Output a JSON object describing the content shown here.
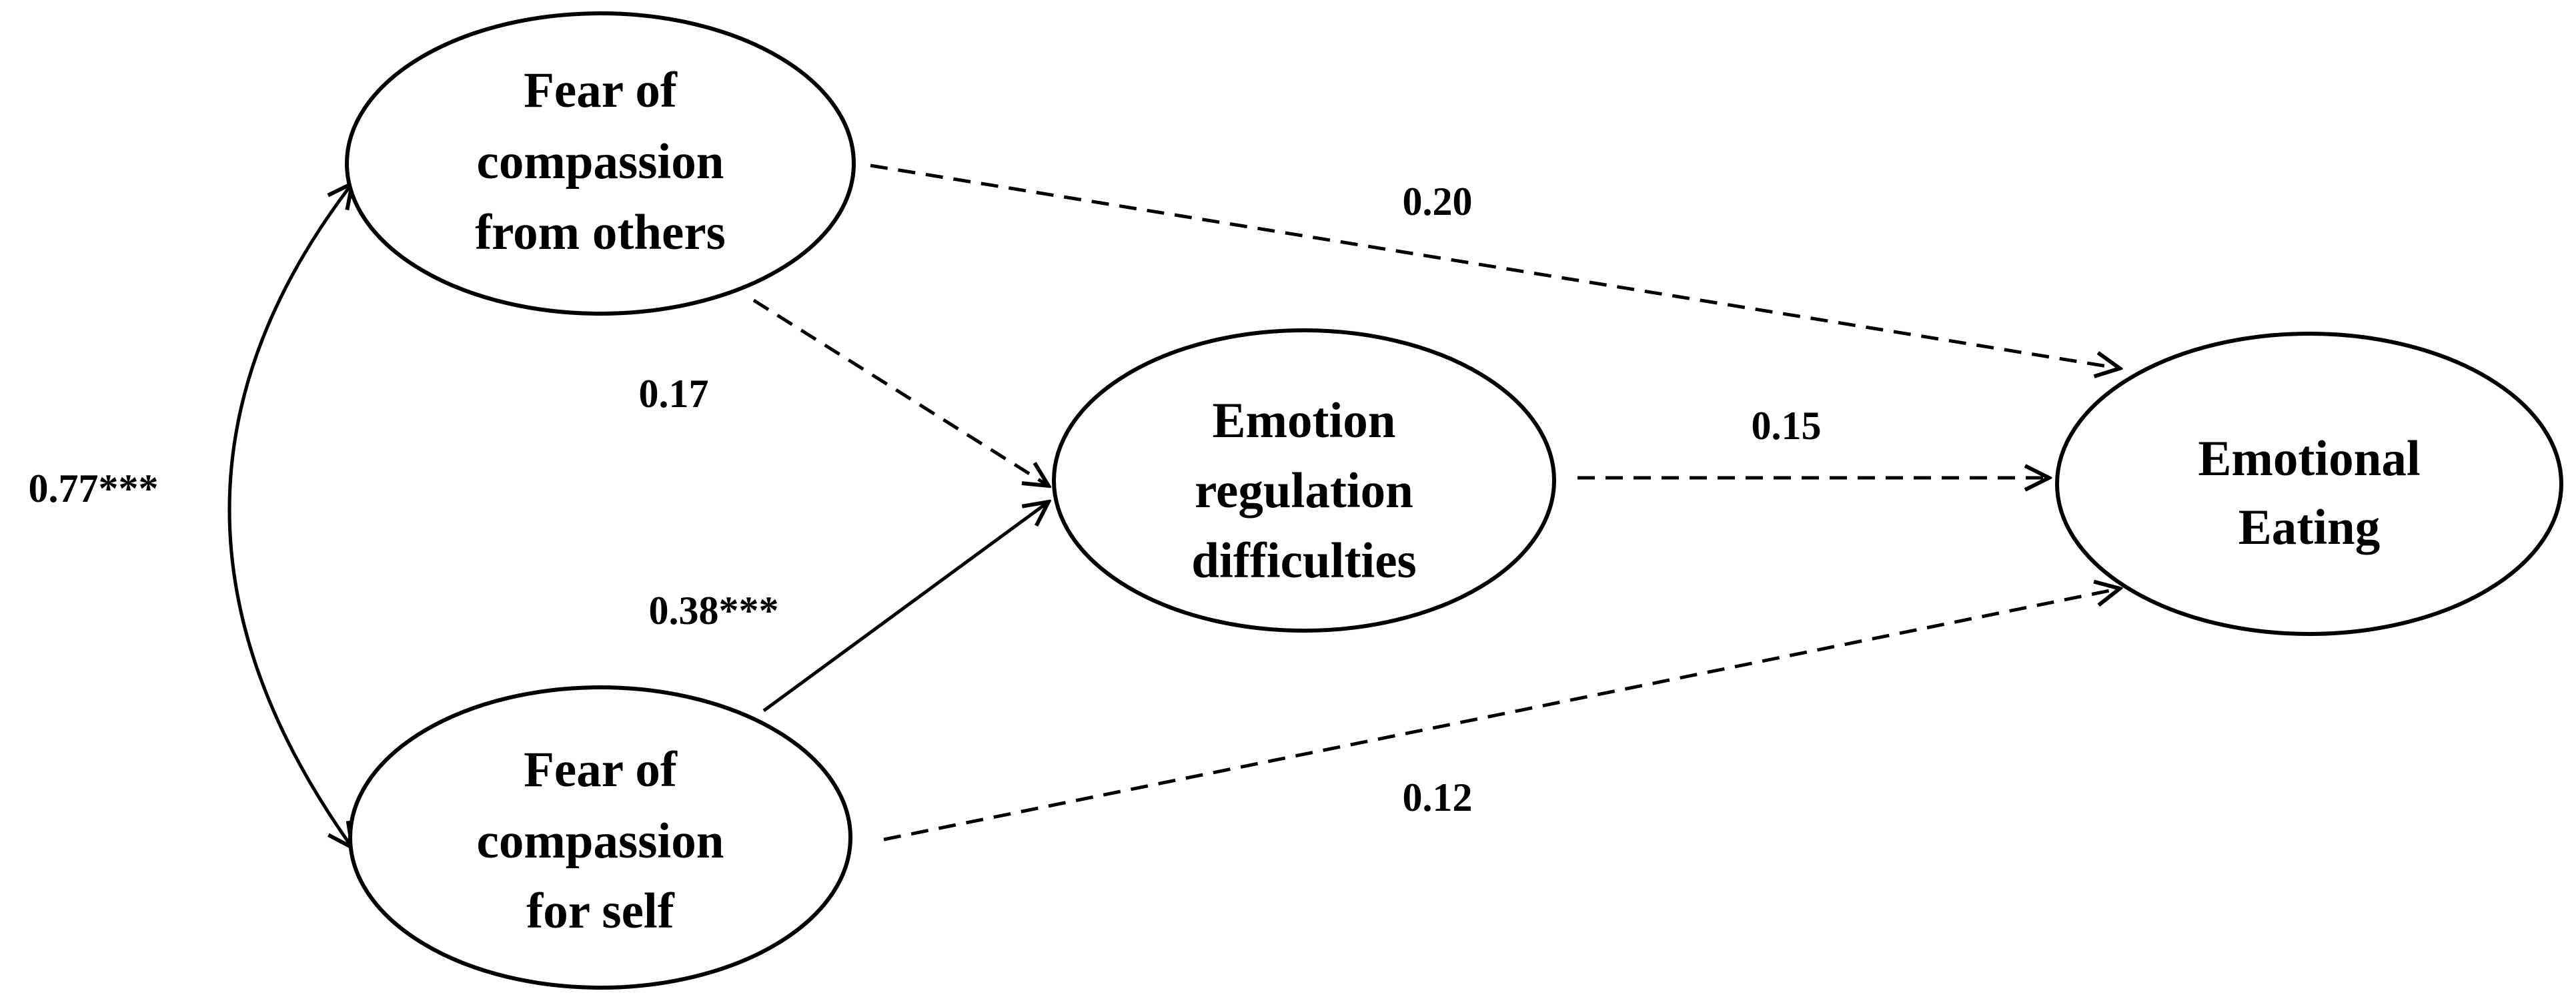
{
  "nodes": {
    "fear_from_others": {
      "lines": [
        "Fear of",
        "compassion",
        "from others"
      ]
    },
    "fear_for_self": {
      "lines": [
        "Fear of",
        "compassion",
        "for self"
      ]
    },
    "emotion_regulation": {
      "lines": [
        "Emotion",
        "regulation",
        "difficulties"
      ]
    },
    "emotional_eating": {
      "lines": [
        "Emotional",
        "Eating"
      ]
    }
  },
  "paths": {
    "correlation_others_self": {
      "coefficient": "0.77***",
      "style": "solid",
      "type": "bidirectional"
    },
    "others_to_eating": {
      "coefficient": "0.20",
      "style": "dashed"
    },
    "others_to_regulation": {
      "coefficient": "0.17",
      "style": "dashed"
    },
    "self_to_regulation": {
      "coefficient": "0.38***",
      "style": "solid"
    },
    "regulation_to_eating": {
      "coefficient": "0.15",
      "style": "dashed"
    },
    "self_to_eating": {
      "coefficient": "0.12",
      "style": "dashed"
    }
  },
  "colors": {
    "line": "#000000",
    "background": "#ffffff"
  }
}
